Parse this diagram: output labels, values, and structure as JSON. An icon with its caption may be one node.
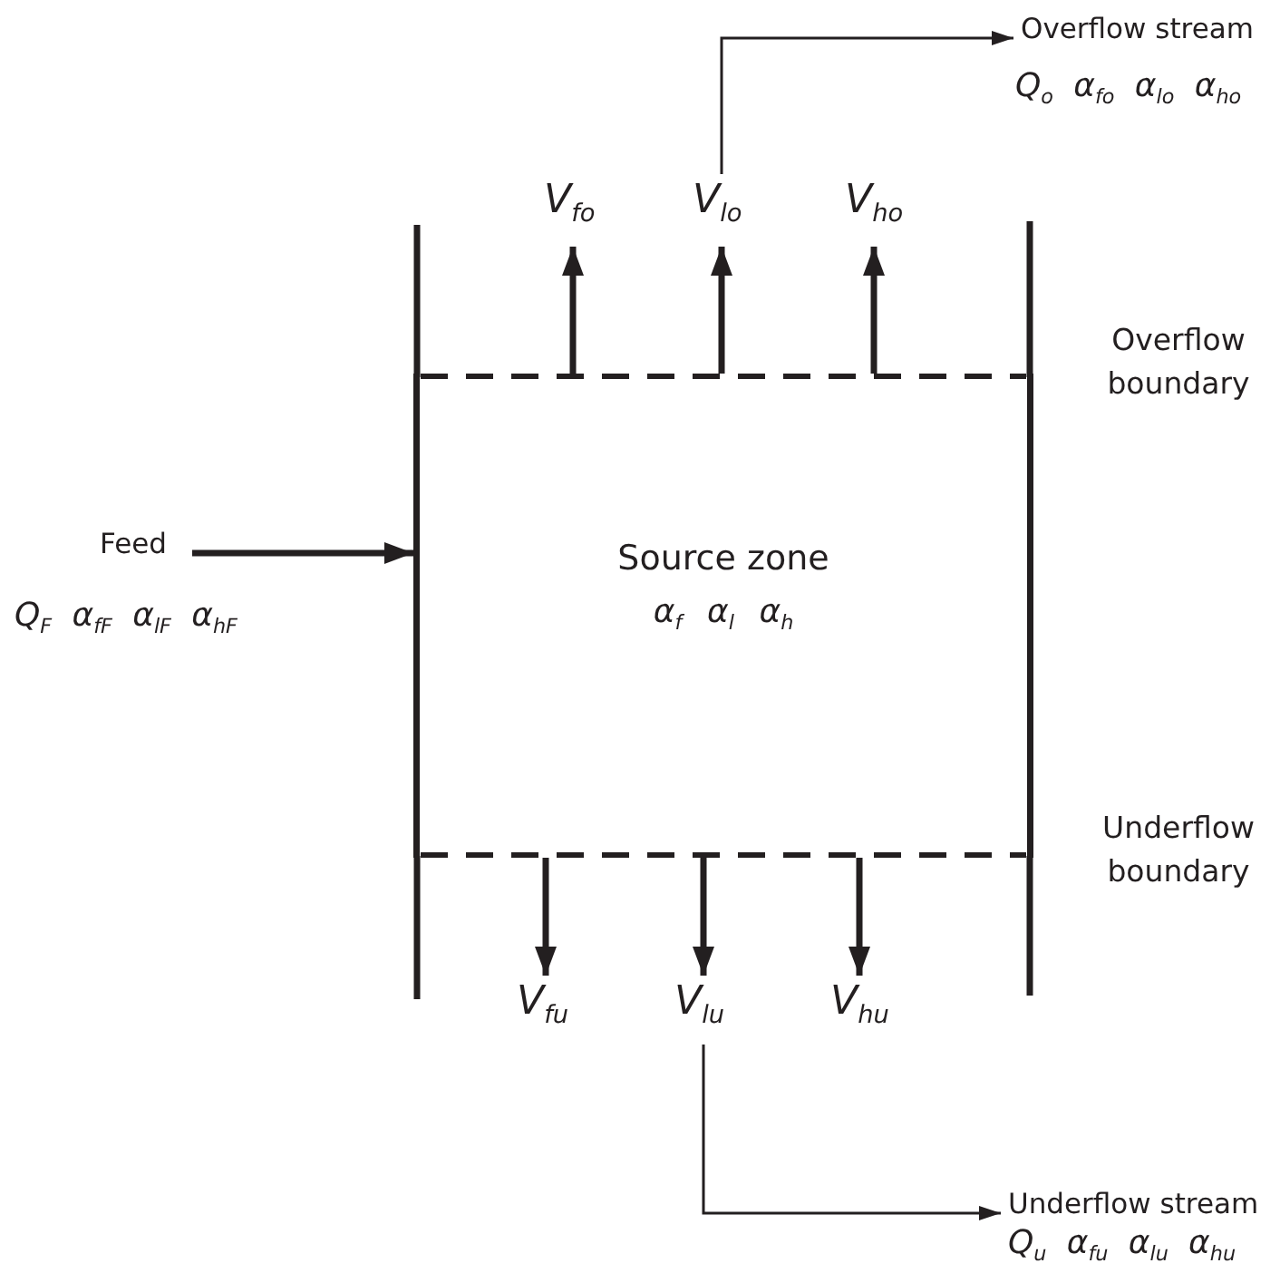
{
  "diagram": {
    "nodes": [
      {
        "text": [
          "Source zone",
          "α$_{f}$ α$_{l}$ α$_{h}$"
        ]
      },
      {
        "text": [
          "Feed"
        ],
        "beside": [
          "Q$_{F}$ α$_{fF}$ α$_{lF}$ α$_{hF}$"
        ]
      },
      {
        "text": [
          "V$_{fo}$"
        ]
      },
      {
        "text": [
          "V$_{lo}$"
        ]
      },
      {
        "text": [
          "V$_{ho}$"
        ]
      },
      {
        "text": [
          "Overflow stream"
        ],
        "beside": [
          "Q$_{o}$ α$_{fo}$ α$_{lo}$ α$_{ho}$"
        ]
      },
      {
        "text": [
          "V$_{fu}$"
        ]
      },
      {
        "text": [
          "V$_{lu}$"
        ]
      },
      {
        "text": [
          "V$_{hu}$"
        ]
      },
      {
        "text": [
          "Underflow stream"
        ],
        "beside": [
          "Q$_{u}$ α$_{fu}$ α$_{lu}$ α$_{hu}$"
        ]
      }
    ],
    "edges": [
      {
        "from": 1,
        "to": 0,
        "arrow": "to"
      },
      {
        "from": 0,
        "to": 2,
        "arrow": "to"
      },
      {
        "from": 0,
        "to": 3,
        "arrow": "to"
      },
      {
        "from": 0,
        "to": 4,
        "arrow": "to"
      },
      {
        "from": 3,
        "to": 5,
        "arrow": "to"
      },
      {
        "from": 0,
        "to": 6,
        "arrow": "to"
      },
      {
        "from": 0,
        "to": 7,
        "arrow": "to"
      },
      {
        "from": 0,
        "to": 8,
        "arrow": "to"
      },
      {
        "from": 7,
        "to": 9,
        "arrow": "to"
      }
    ],
    "labels": [
      "Overflow boundary",
      "Underflow boundary"
    ]
  }
}
